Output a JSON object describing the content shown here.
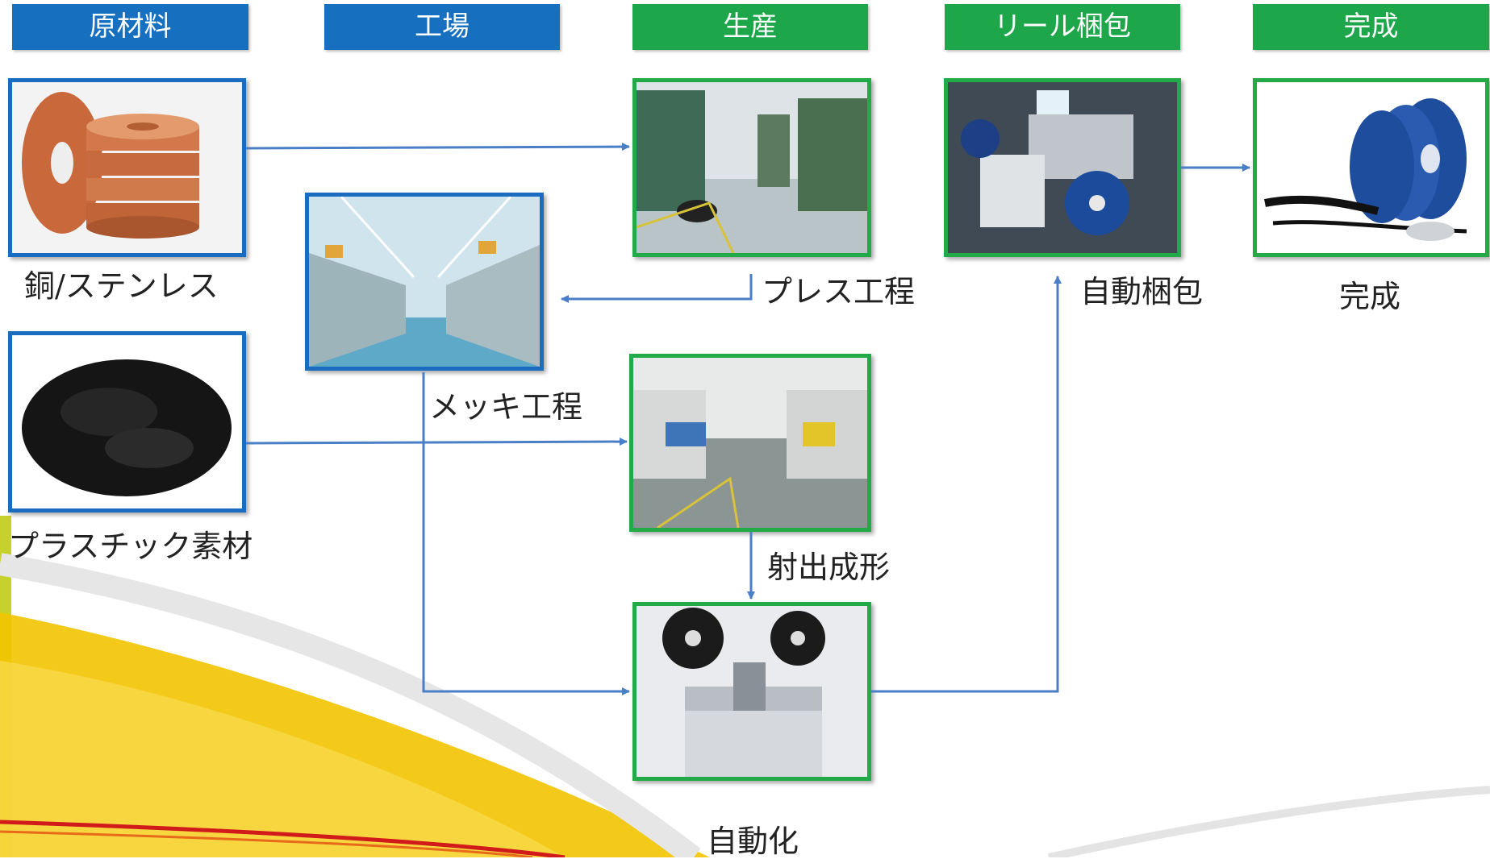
{
  "headers": {
    "raw_materials": "原材料",
    "factory": "工場",
    "production": "生産",
    "reel_packing": "リール梱包",
    "completion": "完成"
  },
  "labels": {
    "copper": "銅/ステンレス",
    "plastic": "プラスチック素材",
    "press": "プレス工程",
    "plating": "メッキ工程",
    "molding": "射出成形",
    "automation": "自動化",
    "auto_packing": "自動梱包",
    "finished": "完成"
  },
  "colors": {
    "header_blue": "#1770bf",
    "header_green": "#1ea64a",
    "frame_blue": "#1a6cc0",
    "frame_green": "#22aa48",
    "arrow": "#4a7fc7"
  }
}
